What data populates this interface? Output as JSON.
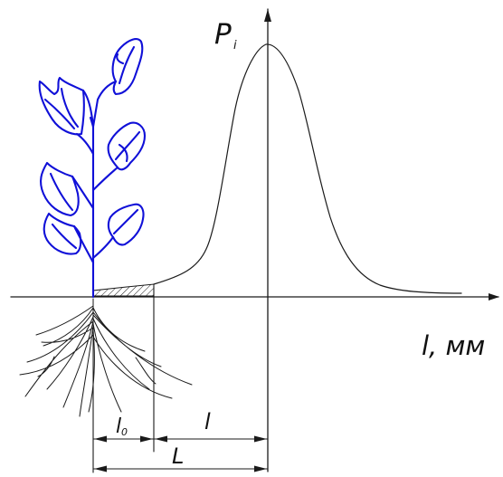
{
  "labels": {
    "y_axis": "P",
    "y_axis_sub": "i",
    "x_axis": "l, мм",
    "dim_l0": "l",
    "dim_l0_sub": "0",
    "dim_l": "l",
    "dim_L": "L"
  },
  "colors": {
    "ink": "#1a1a1a",
    "plant": "#1010d8",
    "background": "#ffffff"
  }
}
